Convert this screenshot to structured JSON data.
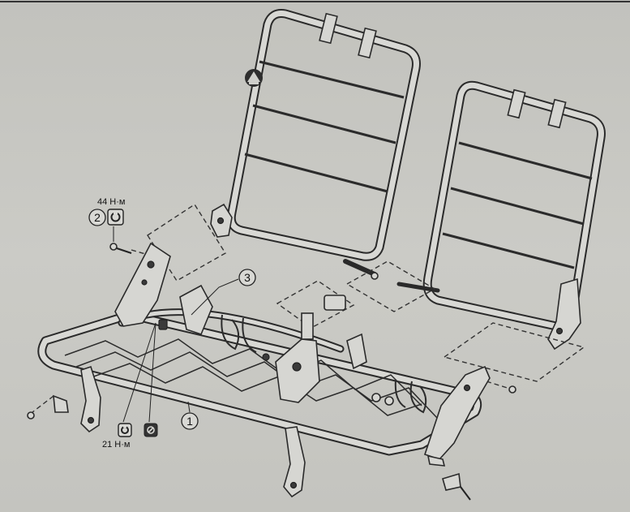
{
  "callouts": {
    "part_1": "1",
    "part_2": "2",
    "part_3": "3"
  },
  "torque": {
    "upper_bolt": "44 Н·м",
    "lower_bolt": "21 Н·м"
  },
  "icons": {
    "torque_symbol": "torque-wrench-icon",
    "thread_locker_symbol": "thread-locker-icon",
    "watermark": "car-logo-icon"
  }
}
